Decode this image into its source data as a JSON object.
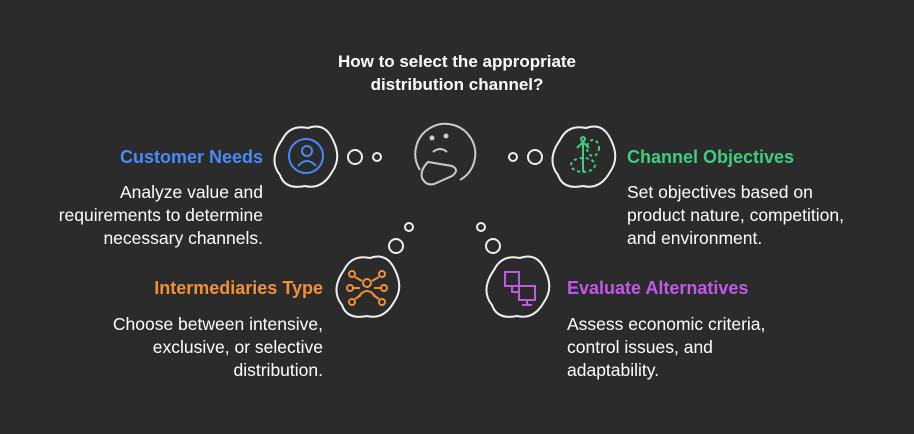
{
  "title": {
    "line1": "How to select the appropriate",
    "line2": "distribution channel?"
  },
  "colors": {
    "background": "#2b2b2b",
    "blue": "#4a8af4",
    "green": "#3ecf7e",
    "orange": "#f0913a",
    "purple": "#c05ae6"
  },
  "items": [
    {
      "heading": "Customer Needs",
      "lines": [
        "Analyze value and",
        "requirements to determine",
        "necessary channels."
      ],
      "icon": "user-cycle-icon"
    },
    {
      "heading": "Channel Objectives",
      "lines": [
        "Set objectives based on",
        "product nature, competition,",
        "and environment."
      ],
      "icon": "target-arrow-icon"
    },
    {
      "heading": "Intermediaries Type",
      "lines": [
        "Choose between intensive,",
        "exclusive, or selective",
        "distribution."
      ],
      "icon": "network-icon"
    },
    {
      "heading": "Evaluate Alternatives",
      "lines": [
        "Assess economic criteria,",
        "control issues, and",
        "adaptability."
      ],
      "icon": "ab-test-icon"
    }
  ]
}
